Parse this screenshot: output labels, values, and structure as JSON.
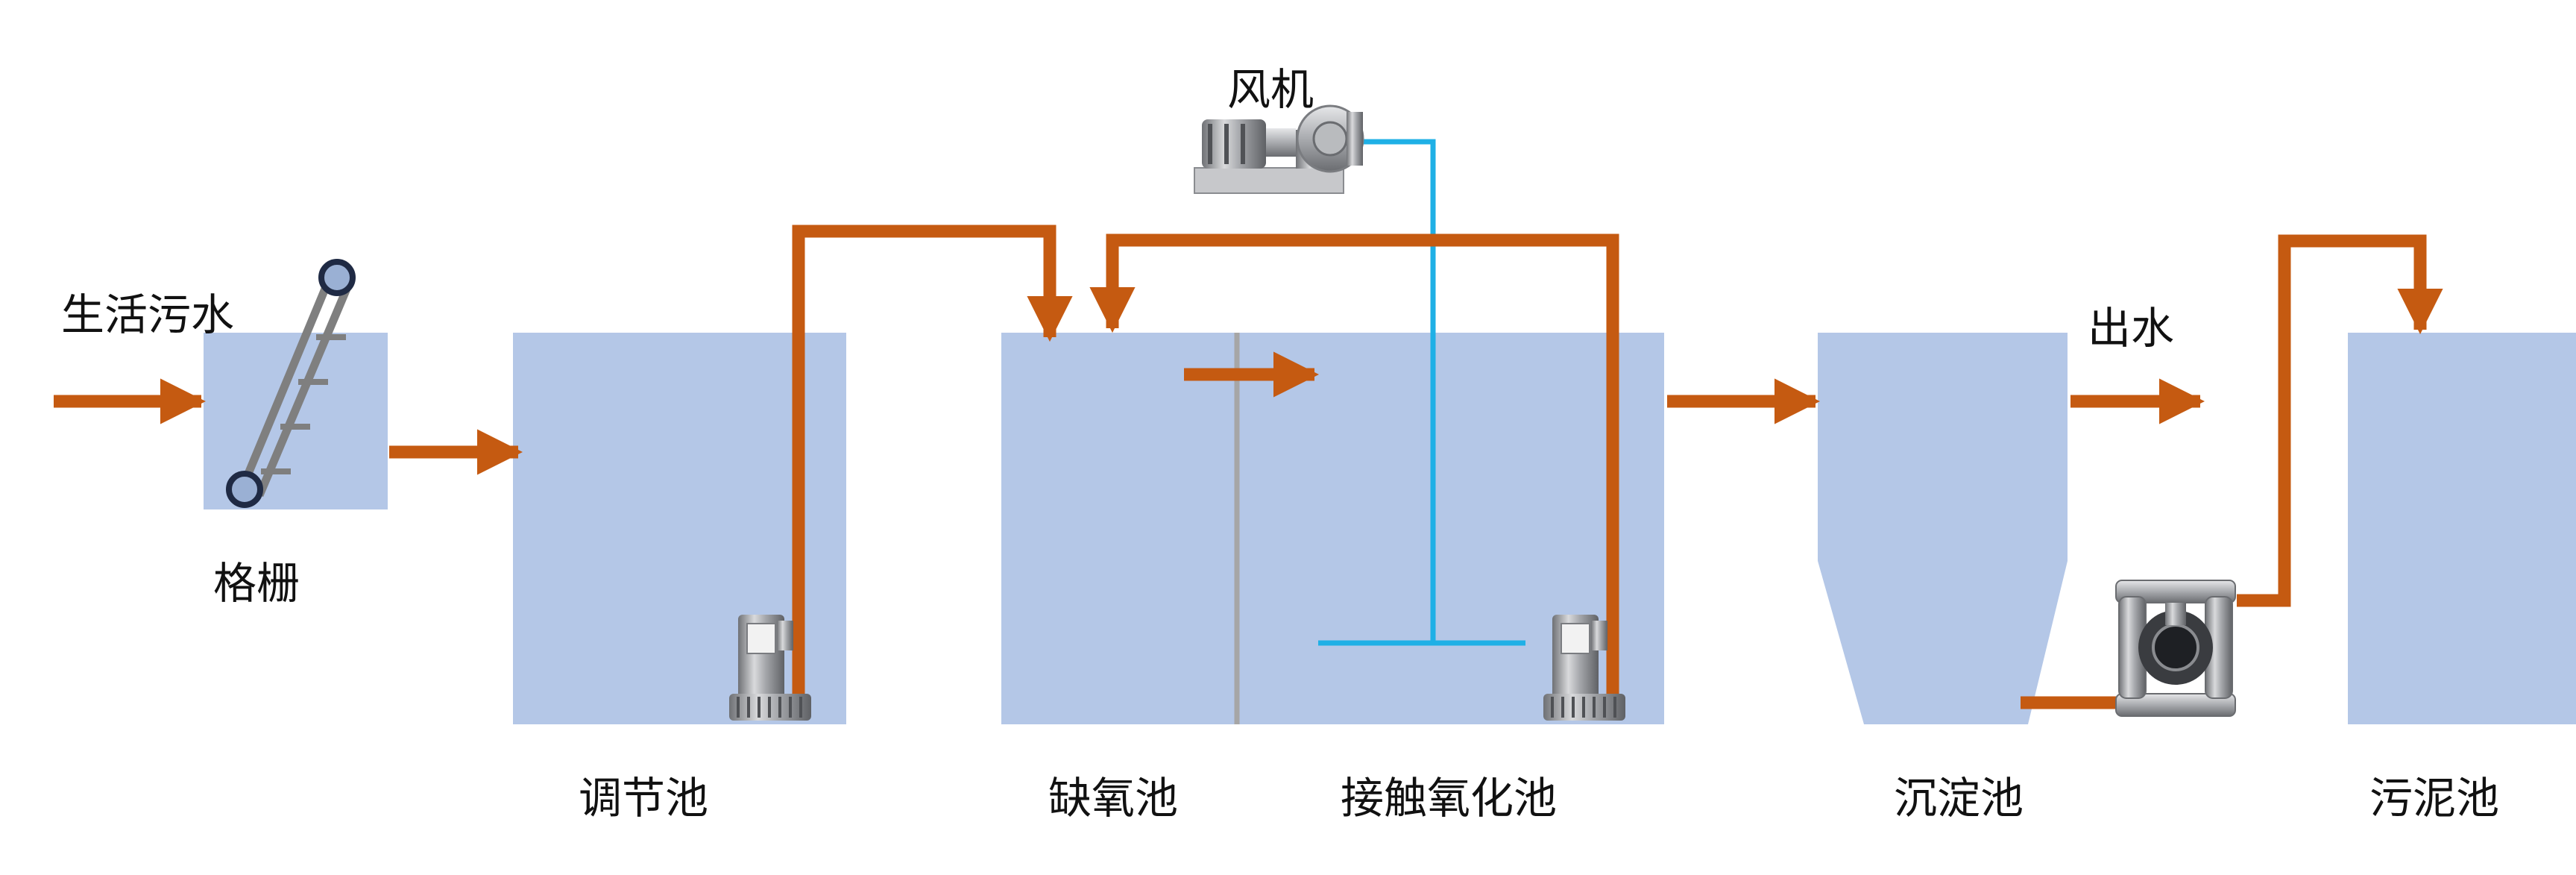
{
  "title": "",
  "colors": {
    "tank_fill": "#b4c7e7",
    "flow_pipe": "#c55a11",
    "air_pipe": "#1fb0e6",
    "divider": "#a6a6a6",
    "label_text": "#111111",
    "equipment_metal": "#9a9ca0"
  },
  "labels": {
    "inflow": "生活污水",
    "screen": "格栅",
    "equalization_tank": "调节池",
    "anoxic_tank": "缺氧池",
    "contact_oxidation_tank": "接触氧化池",
    "blower": "风机",
    "sedimentation_tank": "沉淀池",
    "outflow": "出水",
    "sludge_tank": "污泥池"
  },
  "icons": {
    "bar_screen": "bar-screen-icon",
    "blower": "blower-icon",
    "pump_equalization": "submersible-pump-icon",
    "pump_contact": "submersible-pump-icon",
    "sludge_pump": "diaphragm-pump-icon"
  }
}
